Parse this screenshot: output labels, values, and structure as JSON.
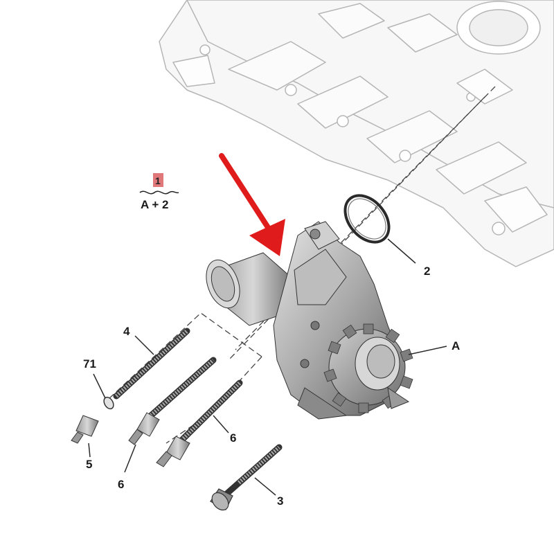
{
  "diagram": {
    "badge": {
      "number": "1",
      "formula": "A + 2",
      "badge_color": "#e0787a"
    },
    "callouts": {
      "gasket": "2",
      "bolt_long": "3",
      "stud_4": "4",
      "stud_5": "5",
      "stud_6a": "6",
      "stud_6b": "6",
      "washer_71": "71",
      "pump": "A"
    },
    "arrow_color": "#e01b1b",
    "line_color": "#2a2a2a"
  }
}
